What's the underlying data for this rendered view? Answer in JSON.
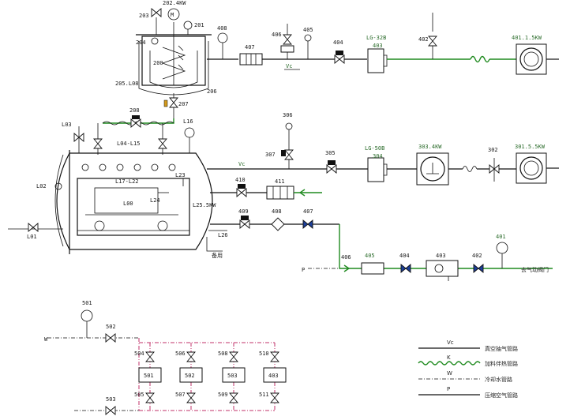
{
  "labels": {
    "l202": "202.4KW",
    "l203": "203",
    "l201": "201",
    "l204": "204",
    "l205": "205.L08",
    "l206": "206",
    "l207": "207",
    "l208": "208",
    "l200": "200",
    "l408": "408",
    "l407": "407",
    "l406": "406",
    "l405": "405",
    "l404": "404",
    "l403": "LG-32B",
    "l403b": "403",
    "l402": "402",
    "l401": "401.1.5KW",
    "l303": "306",
    "l307": "307",
    "l305": "305",
    "l304": "LG-50B",
    "l304b": "304",
    "l303kw": "303.4KW",
    "l302": "302",
    "l301": "301.5.5KW",
    "lL03": "L03",
    "lL04": "L04-L15",
    "lL16": "L16",
    "lL02": "L02",
    "lL01": "L01",
    "lL17": "L17-L22",
    "lL23": "L23",
    "lL00": "L00",
    "lL24": "L24",
    "lL25": "L25.5KW",
    "lL26": "L26",
    "spare": "备用",
    "l410": "410",
    "l411": "411",
    "l409": "409",
    "l408b": "408",
    "l407b": "407",
    "l406b": "406",
    "l405b": "405",
    "l404b": "404",
    "l403c": "403",
    "l402b": "402",
    "l401b": "401",
    "vac": "Vc",
    "P": "P",
    "W": "W",
    "to_air": "去气动阀门",
    "l501": "501",
    "l502": "502",
    "l503": "503",
    "row_top": [
      "504",
      "506",
      "508",
      "510"
    ],
    "row_box": [
      "501",
      "502",
      "503",
      "403"
    ],
    "row_bot": [
      "505",
      "507",
      "509",
      "511"
    ]
  },
  "legend": [
    {
      "sym": "Vc",
      "text": "真空抽气管路"
    },
    {
      "sym": "K",
      "text": "加料伴热管路"
    },
    {
      "sym": "W",
      "text": "冷却水管路"
    },
    {
      "sym": "P",
      "text": "压缩空气管路"
    }
  ]
}
